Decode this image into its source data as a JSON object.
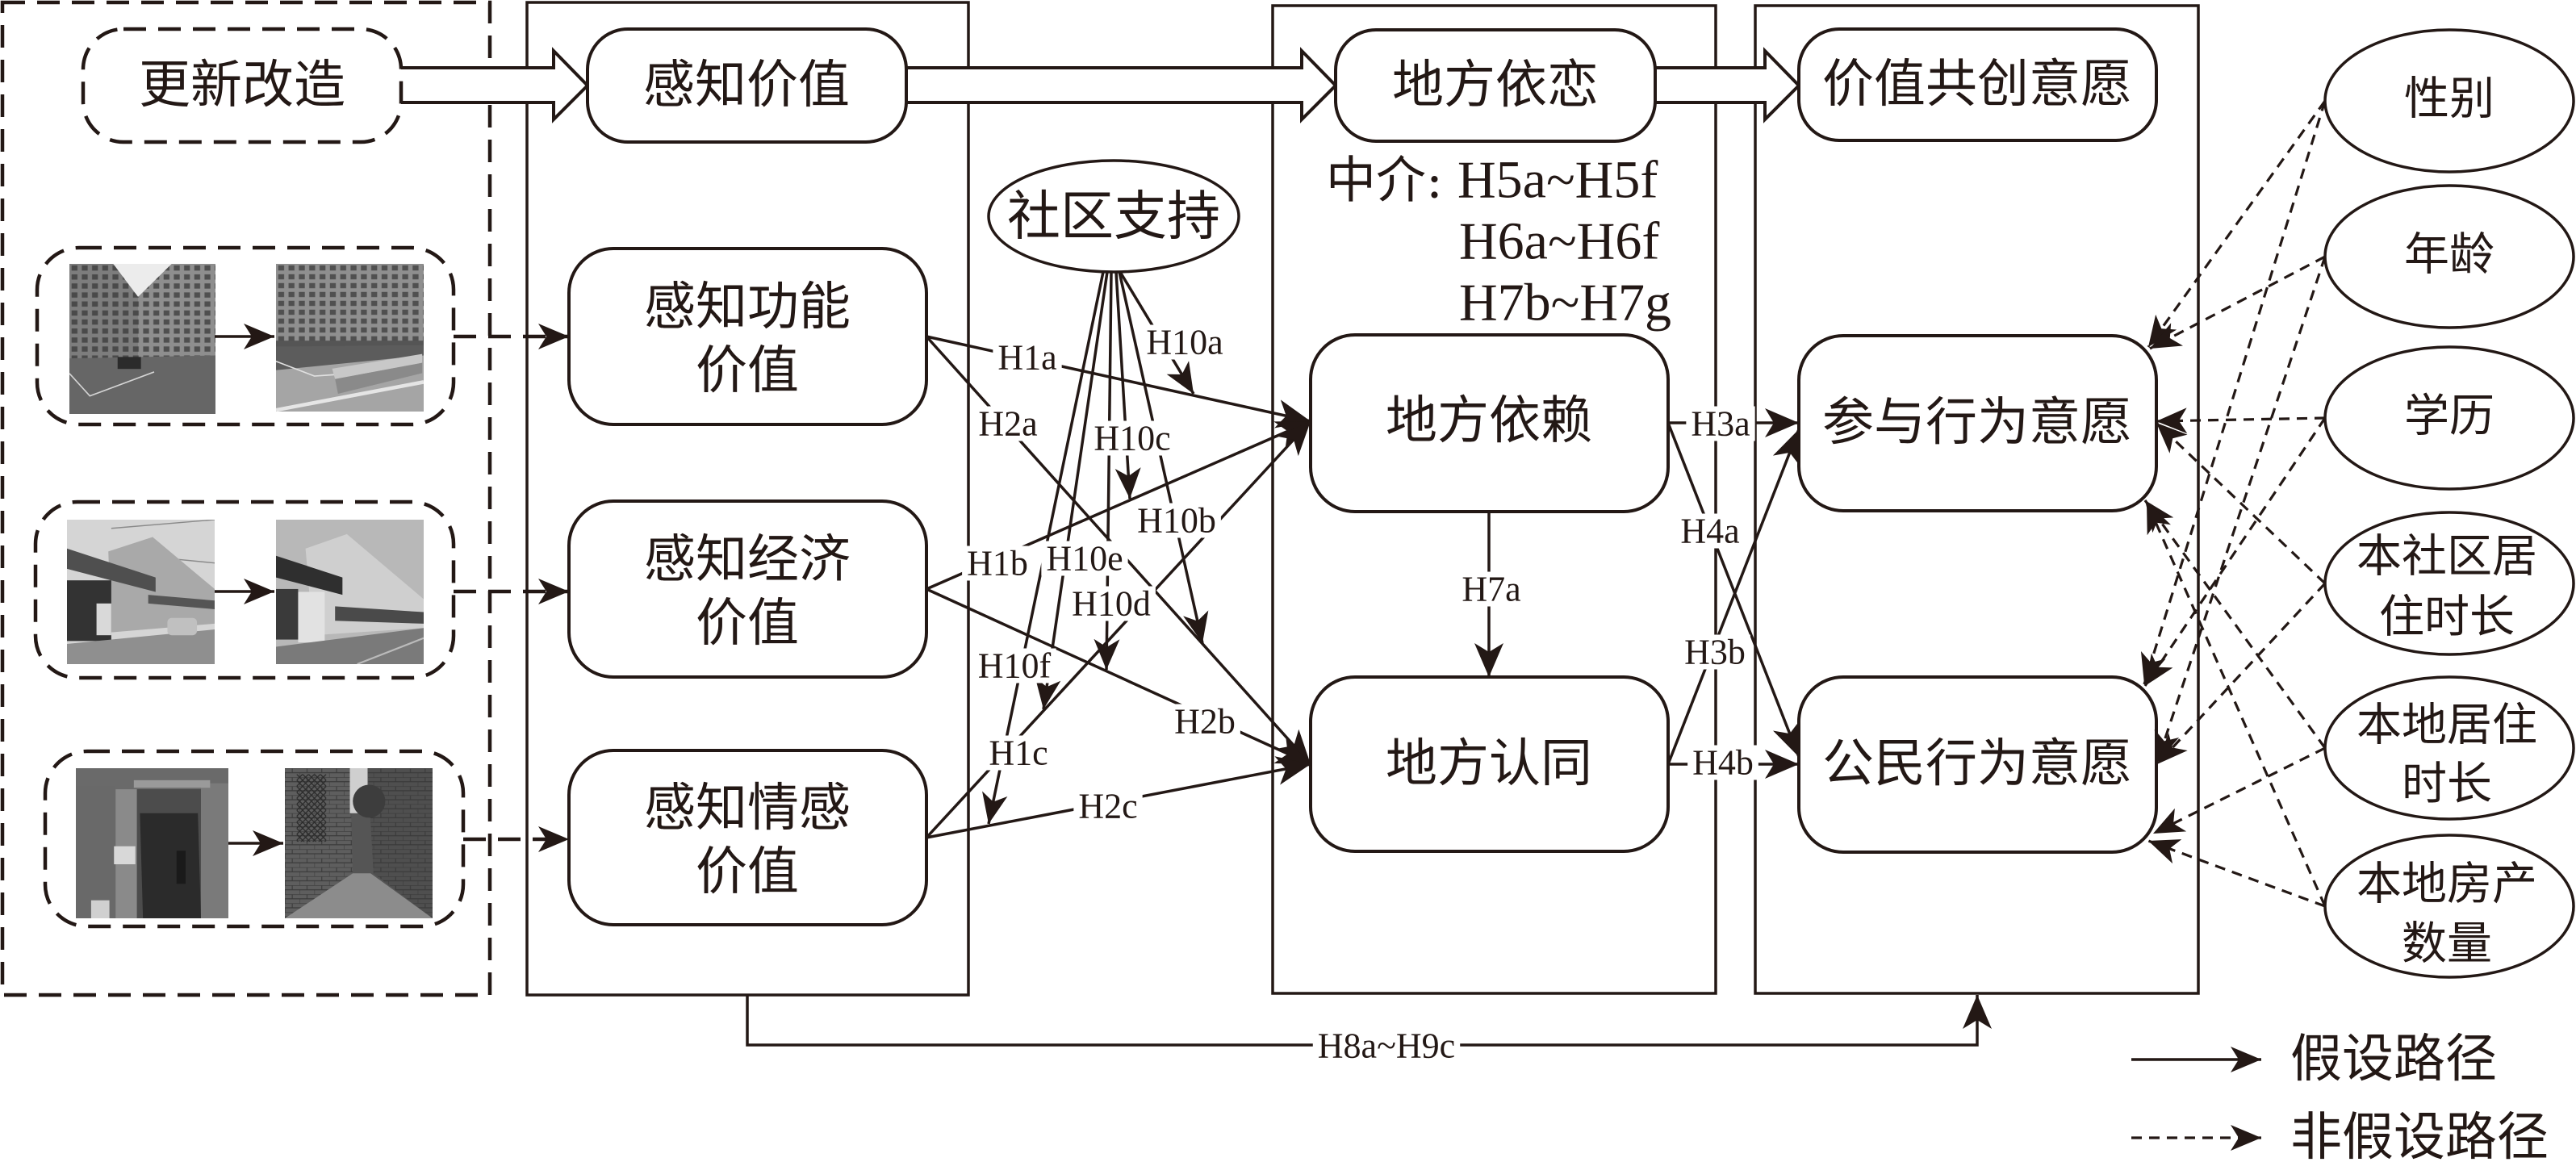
{
  "colors": {
    "ink": "#231815",
    "background": "#ffffff"
  },
  "stages": {
    "renewal": "更新改造",
    "perceived_value": "感知价值",
    "place_attachment": "地方依恋",
    "co_creation_intention": "价值共创意愿"
  },
  "constructs": {
    "functional_value": [
      "感知功能",
      "价值"
    ],
    "economic_value": [
      "感知经济",
      "价值"
    ],
    "emotional_value": [
      "感知情感",
      "价值"
    ],
    "place_dependence": "地方依赖",
    "place_identity": "地方认同",
    "participation_intention": "参与行为意愿",
    "citizenship_intention": "公民行为意愿"
  },
  "moderator": "社区支持",
  "mediation": {
    "prefix": "中介:",
    "lines": [
      "H5a~H5f",
      "H6a~H6f",
      "H7b~H7g"
    ]
  },
  "paths": {
    "h1a": "H1a",
    "h2a": "H2a",
    "h1b": "H1b",
    "h2b": "H2b",
    "h1c": "H1c",
    "h2c": "H2c",
    "h3a": "H3a",
    "h4a": "H4a",
    "h3b": "H3b",
    "h4b": "H4b",
    "h7a": "H7a",
    "h10a": "H10a",
    "h10b": "H10b",
    "h10c": "H10c",
    "h10d": "H10d",
    "h10e": "H10e",
    "h10f": "H10f",
    "h8_h9": "H8a~H9c"
  },
  "controls": [
    [
      "性别"
    ],
    [
      "年龄"
    ],
    [
      "学历"
    ],
    [
      "本社区居",
      "住时长"
    ],
    [
      "本地居住",
      "时长"
    ],
    [
      "本地房产",
      "数量"
    ]
  ],
  "legend": {
    "hypothesized": "假设路径",
    "non_hypothesized": "非假设路径"
  },
  "photo_pairs": [
    {
      "before": "residential-courtyard-before",
      "after": "residential-courtyard-after"
    },
    {
      "before": "industrial-street-before",
      "after": "industrial-street-after"
    },
    {
      "before": "old-alley-before",
      "after": "old-alley-after"
    }
  ]
}
